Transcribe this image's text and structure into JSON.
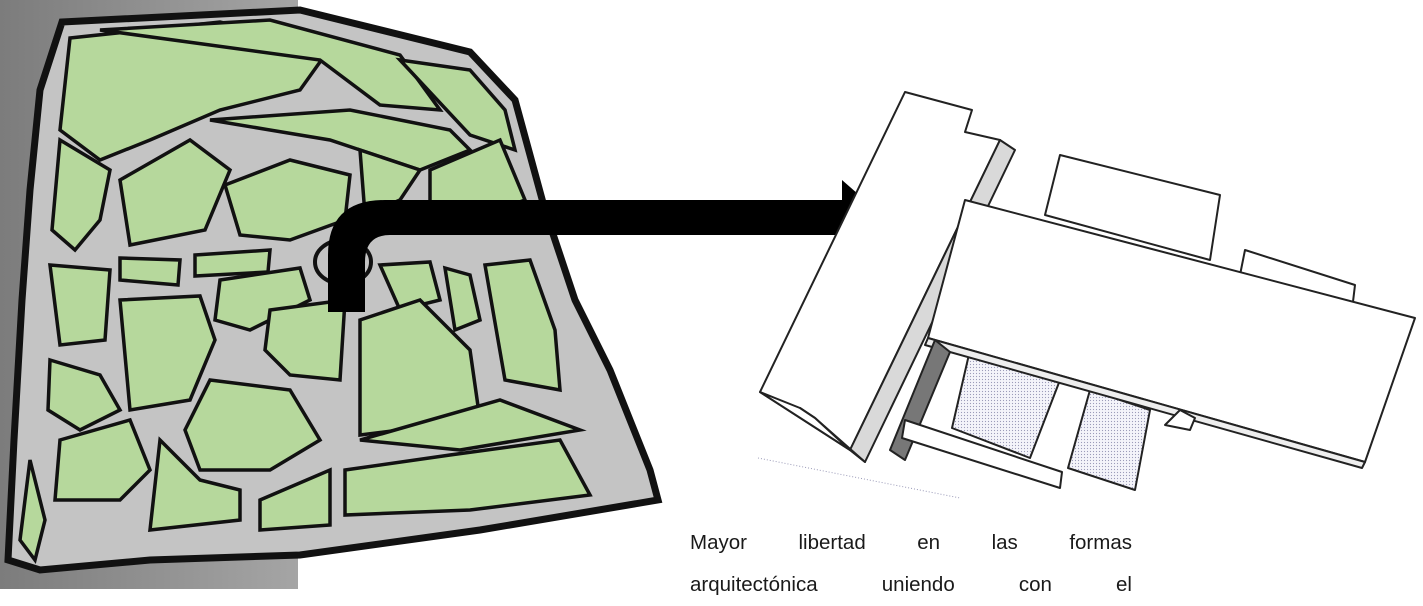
{
  "figure": {
    "left_image": "urban-plan-model",
    "right_image": "architectural-massing-model",
    "arrow": "bent-arrow-right"
  },
  "caption": {
    "line1": "Mayor libertad en las formas",
    "line2": "arquitectónica uniendo con el"
  },
  "colors": {
    "block_fill": "#b6d89c",
    "street_fill": "#c4c4c4",
    "outline": "#111111",
    "background_strip": "#8f8f8f",
    "arrow": "#000000",
    "massing_fill": "#ffffff",
    "massing_shade": "#e8e8f2"
  }
}
